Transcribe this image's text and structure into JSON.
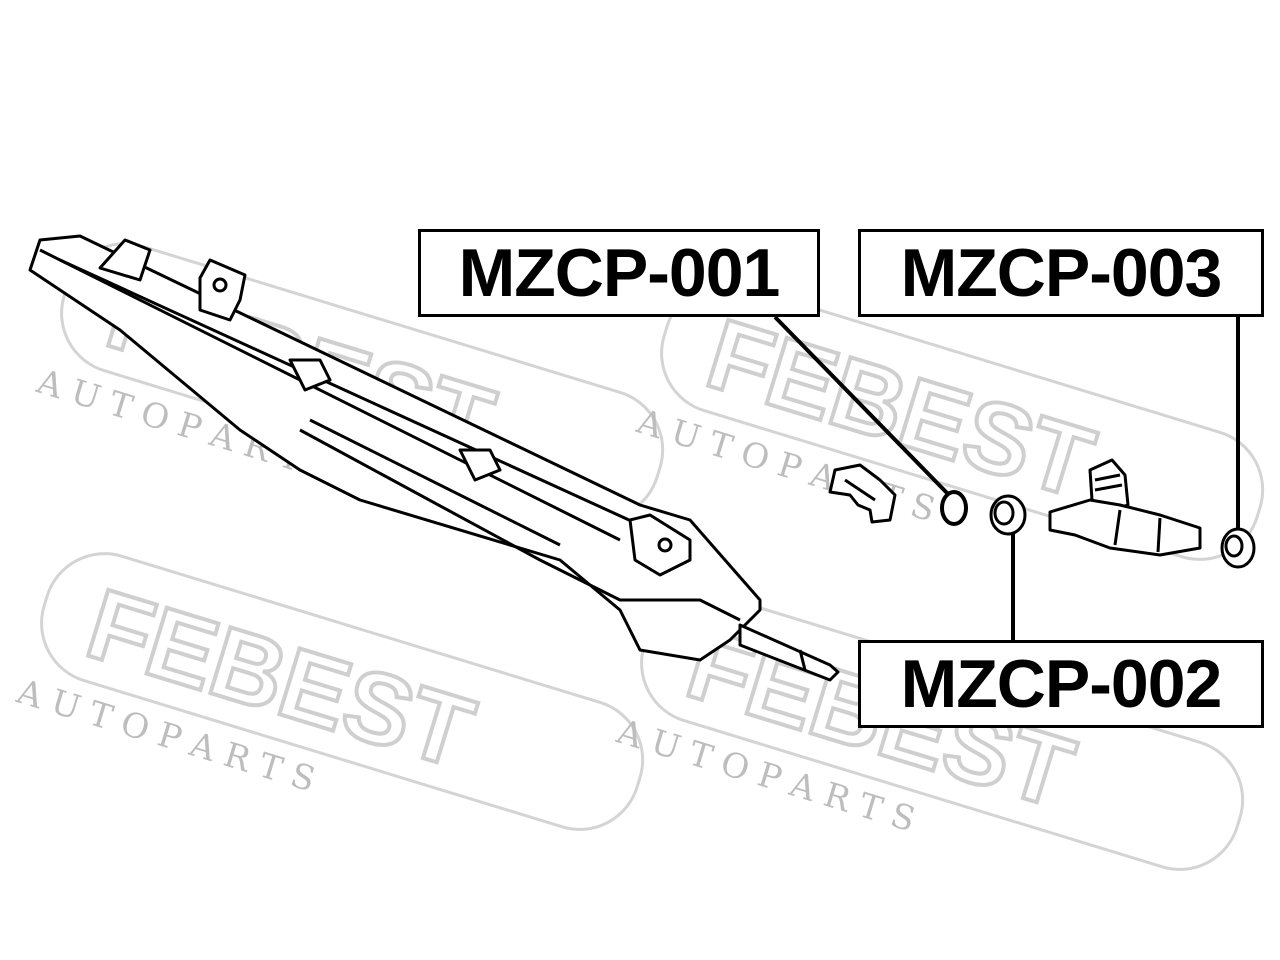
{
  "watermark": {
    "brand": "FEBEST",
    "tagline": "A U T O P A R T S"
  },
  "callouts": [
    {
      "id": "part-1",
      "label": "MZCP-001"
    },
    {
      "id": "part-3",
      "label": "MZCP-003"
    },
    {
      "id": "part-2",
      "label": "MZCP-002"
    }
  ],
  "colors": {
    "line": "#000000",
    "watermark": "#d9d9d9",
    "background": "#ffffff"
  }
}
